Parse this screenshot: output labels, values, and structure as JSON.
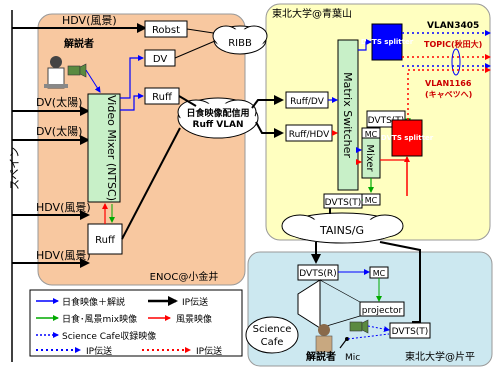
{
  "regions": {
    "enoc": "ENOC@小金井",
    "aoba": "東北大学@青葉山",
    "katahira": "東北大学@片平",
    "spain": "スペイン"
  },
  "sources": {
    "hdv_fukei_top": "HDV(風景)",
    "dv_taiyo_1": "DV(太陽)",
    "dv_taiyo_2": "DV(太陽)",
    "hdv_fukei_mid": "HDV(風景)",
    "hdv_fukei_bottom": "HDV(風景)"
  },
  "enoc": {
    "robst": "Robst",
    "dv": "DV",
    "ruff_top": "Ruff",
    "ruff_bottom": "Ruff",
    "video_mixer": "Video Mixer (NTSC)",
    "commentator": "解説者"
  },
  "clouds": {
    "ribb": "RIBB",
    "ruff_vlan_line1": "日食映像配信用",
    "ruff_vlan_line2": "Ruff VLAN",
    "tains": "TAINS/G"
  },
  "aoba": {
    "ruff_dv": "Ruff/DV",
    "ruff_hdv": "Ruff/HDV",
    "matrix_switcher": "Matrix Switcher",
    "dvts_t_top": "DVTS(T)",
    "mc_1": "MC",
    "mixer": "Mixer",
    "mc_2": "MC",
    "dvts_t_bottom": "DVTS(T)",
    "dvts_splitter_blue": "DVTS splitter",
    "dvts_splitter_red": "DVTS splitter",
    "vlan3405": "VLAN3405",
    "topic_line1": "TOPIC",
    "topic_line2": "(秋田大)",
    "vlan1166_line1": "VLAN1166",
    "vlan1166_line2": "(キャベツへ)"
  },
  "katahira": {
    "dvts_r": "DVTS(R)",
    "mc": "MC",
    "projector": "projector",
    "science_cafe_line1": "Science",
    "science_cafe_line2": "Cafe",
    "dvts_t": "DVTS(T)",
    "commentator": "解説者",
    "mic": "Mic"
  },
  "legend": {
    "blue_line": "日食映像＋解説",
    "black_thick": "IP伝送",
    "green_line": "日食･風景mix映像",
    "red_line": "風景映像",
    "blue_dotted": "Science Cafe収録映像",
    "blue_dotted_ip": "IP伝送",
    "red_dotted_ip": "IP伝送"
  },
  "colors": {
    "enoc_fill": "#f8c8a0",
    "aoba_fill": "#ffffc0",
    "katahira_fill": "#cce8f0",
    "mixer_green": "#c8f0c8",
    "splitter_blue": "#0000ff",
    "splitter_red": "#ff0000",
    "line_blue": "#0000ff",
    "line_green": "#00aa00",
    "line_red": "#ff0000"
  }
}
